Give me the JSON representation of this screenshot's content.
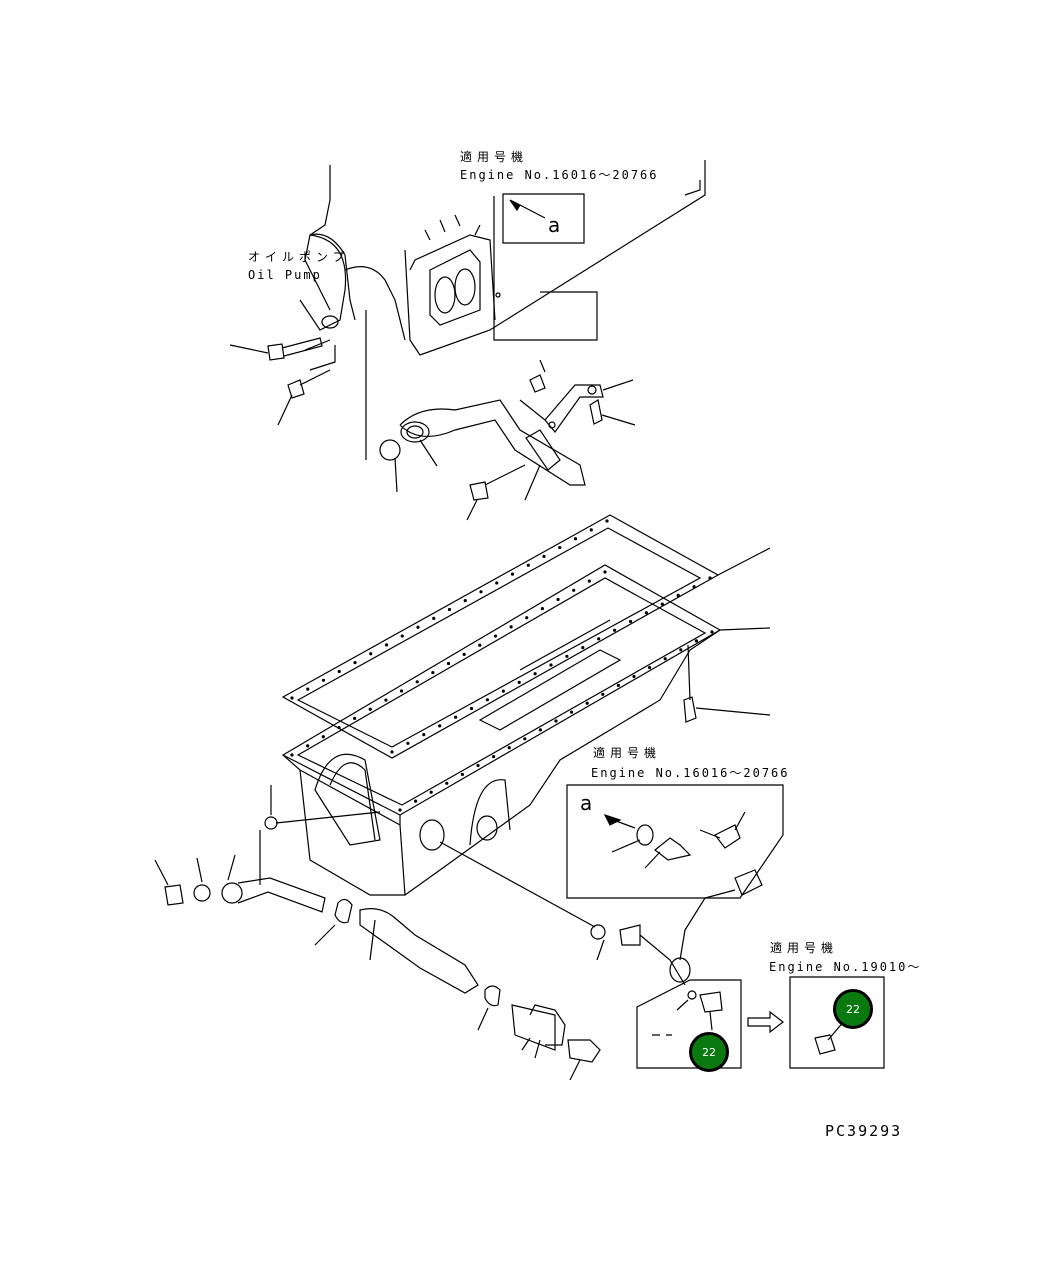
{
  "labels": {
    "applicable_top_jp": "適用号機",
    "applicable_top_en": "Engine No.16016～20766",
    "ref_a_top": "a",
    "oil_pump_jp": "オイルポンプ",
    "oil_pump_en": "Oil Pump",
    "applicable_mid_jp": "適用号機",
    "applicable_mid_en": "Engine No.16016～20766",
    "ref_a_mid": "a",
    "applicable_right_jp": "適用号機",
    "applicable_right_en": "Engine No.19010～",
    "badge_left": "22",
    "badge_right": "22",
    "drawing_code": "PC39293"
  }
}
